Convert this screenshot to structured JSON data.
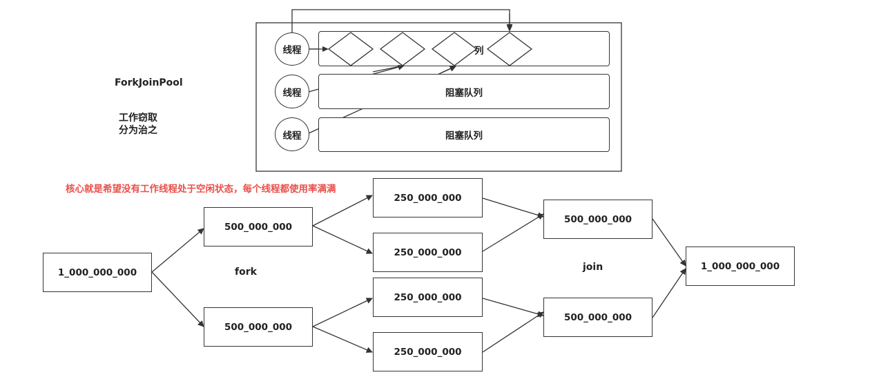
{
  "pool": {
    "title": "ForkJoinPool",
    "desc_line1": "工作窃取",
    "desc_line2": "分为治之",
    "threads": [
      "线程",
      "线程",
      "线程"
    ],
    "queues": [
      "列",
      "阻塞队列",
      "阻塞队列"
    ]
  },
  "note": "核心就是希望没有工作线程处于空闲状态，每个线程都使用率满满",
  "tree": {
    "root": "1_000_000_000",
    "fork_label": "fork",
    "join_label": "join",
    "fork_halves": [
      "500_000_000",
      "500_000_000"
    ],
    "quarters": [
      "250_000_000",
      "250_000_000",
      "250_000_000",
      "250_000_000"
    ],
    "join_halves": [
      "500_000_000",
      "500_000_000"
    ],
    "result": "1_000_000_000"
  },
  "colors": {
    "stroke": "#333333",
    "note": "#e8504a"
  }
}
